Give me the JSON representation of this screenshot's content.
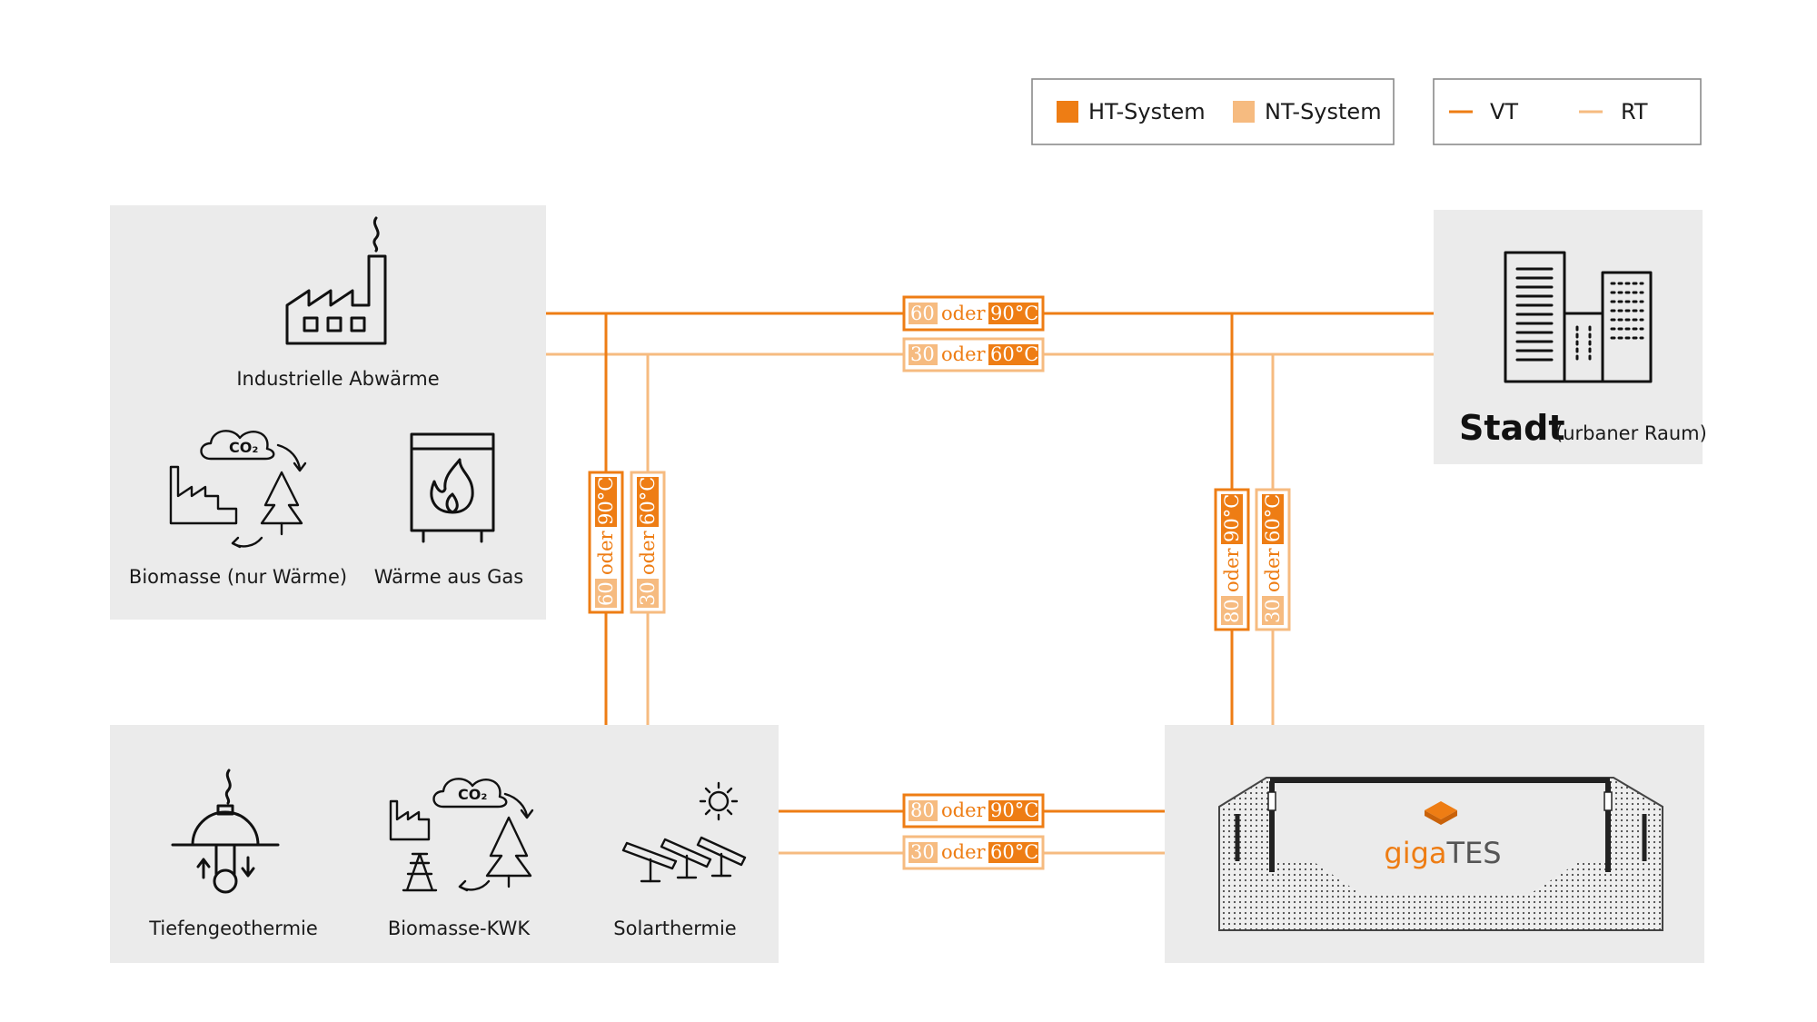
{
  "colors": {
    "ht": "#ee7d14",
    "nt": "#f6bb80",
    "panel": "#ebebeb",
    "icon": "#111111"
  },
  "legend": {
    "system": [
      {
        "label": "HT-System",
        "color": "#ee7d14"
      },
      {
        "label": "NT-System",
        "color": "#f6bb80"
      }
    ],
    "lines": [
      {
        "label": "VT",
        "color": "#ee7d14"
      },
      {
        "label": "RT",
        "color": "#f6bb80"
      }
    ]
  },
  "sources_top": {
    "industrial": "Industrielle Abwärme",
    "biomass_heat": "Biomasse (nur Wärme)",
    "gas_heat": "Wärme aus Gas"
  },
  "sources_bottom": {
    "geothermal": "Tiefengeothermie",
    "biomass_chp": "Biomasse-KWK",
    "solar": "Solarthermie"
  },
  "city": {
    "name": "Stadt",
    "subtitle": "(urbaner Raum)"
  },
  "storage": {
    "brand_prefix": "giga",
    "brand_suffix": "TES"
  },
  "icon_text": {
    "co2": "CO₂"
  },
  "tags": {
    "top_vt": {
      "a": "60",
      "mid": "oder",
      "b": "90°C"
    },
    "top_rt": {
      "a": "30",
      "mid": "oder",
      "b": "60°C"
    },
    "left_vt": {
      "a": "60",
      "mid": "oder",
      "b": "90°C"
    },
    "left_rt": {
      "a": "30",
      "mid": "oder",
      "b": "60°C"
    },
    "right_vt": {
      "a": "80",
      "mid": "oder",
      "b": "90°C"
    },
    "right_rt": {
      "a": "30",
      "mid": "oder",
      "b": "60°C"
    },
    "bottom_vt": {
      "a": "80",
      "mid": "oder",
      "b": "90°C"
    },
    "bottom_rt": {
      "a": "30",
      "mid": "oder",
      "b": "60°C"
    }
  },
  "icons": [
    "factory-icon",
    "biomass-cycle-icon",
    "gas-boiler-icon",
    "city-buildings-icon",
    "geothermal-icon",
    "biomass-chp-icon",
    "solar-thermal-icon",
    "gigates-storage-icon"
  ]
}
